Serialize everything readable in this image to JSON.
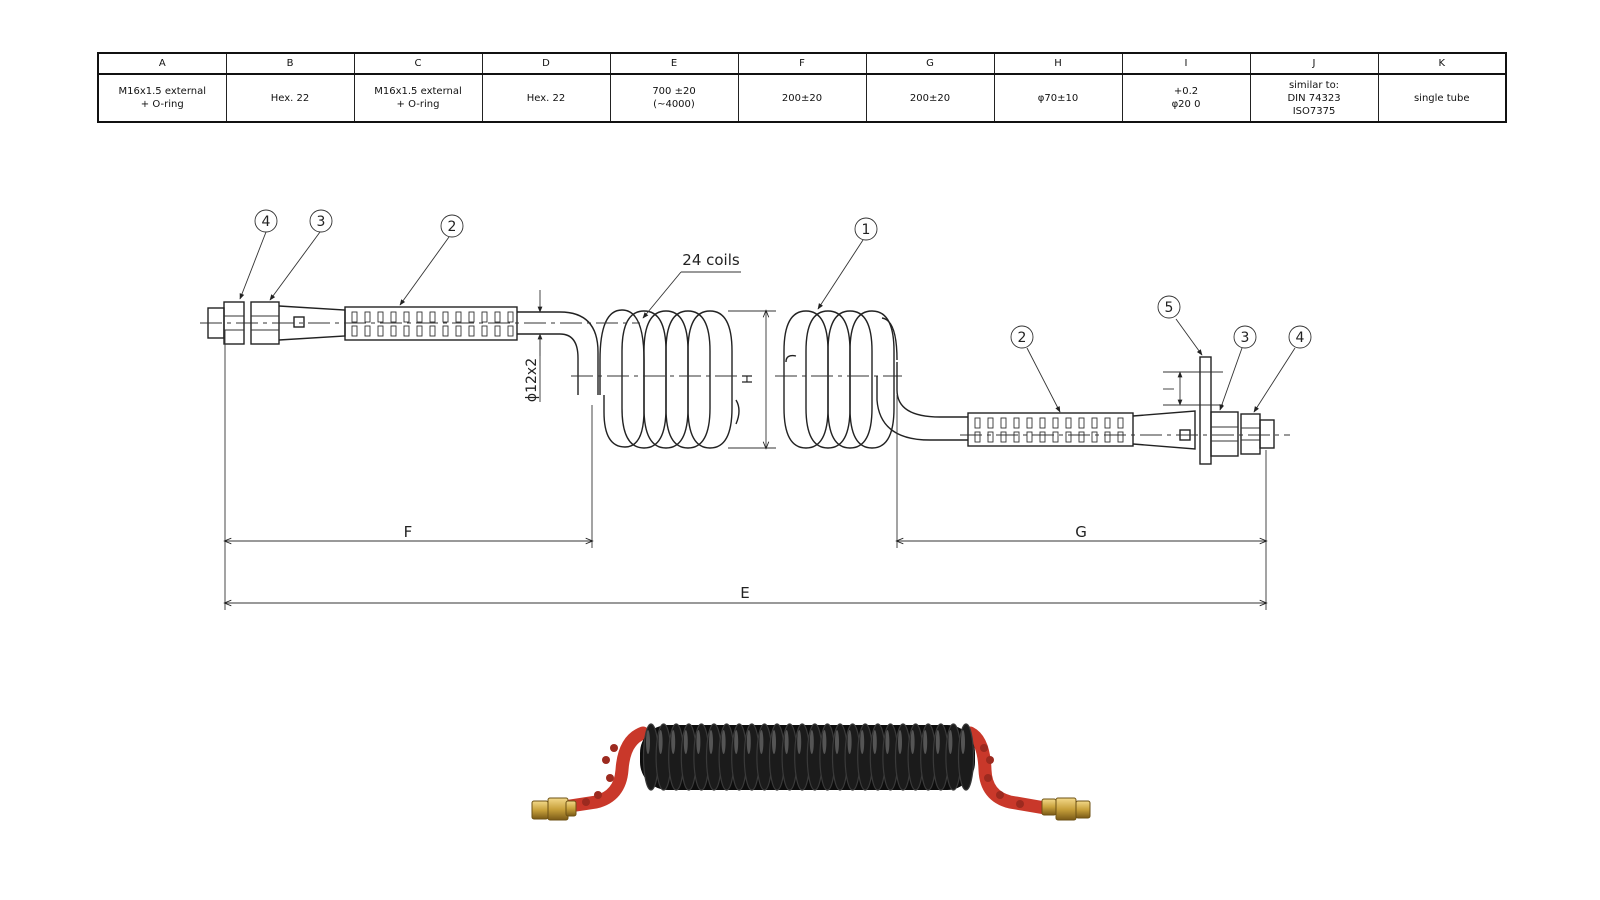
{
  "table": {
    "headers": [
      "A",
      "B",
      "C",
      "D",
      "E",
      "F",
      "G",
      "H",
      "I",
      "J",
      "K"
    ],
    "values": [
      "M16x1.5 external\n+ O-ring",
      "Hex. 22",
      "M16x1.5 external\n+ O-ring",
      "Hex. 22",
      "700 ±20\n(~4000)",
      "200±20",
      "200±20",
      "φ70±10",
      "+0.2\nφ20  0",
      "similar to:\nDIN 74323\nISO7375",
      "single tube"
    ]
  },
  "drawing": {
    "coils_label": "24 coils",
    "tube_dim": "ϕ12x2",
    "dim_F": "F",
    "dim_G": "G",
    "dim_E": "E",
    "dim_H": "H",
    "callouts": {
      "left_4": "4",
      "left_3": "3",
      "left_2": "2",
      "coil_1": "1",
      "right_5": "5",
      "right_2": "2",
      "right_3": "3",
      "right_4": "4"
    }
  },
  "photo": {
    "coil_color": "#1b1b1b",
    "guard_color": "#c9382a",
    "fitting_color": "#c9a23c"
  }
}
